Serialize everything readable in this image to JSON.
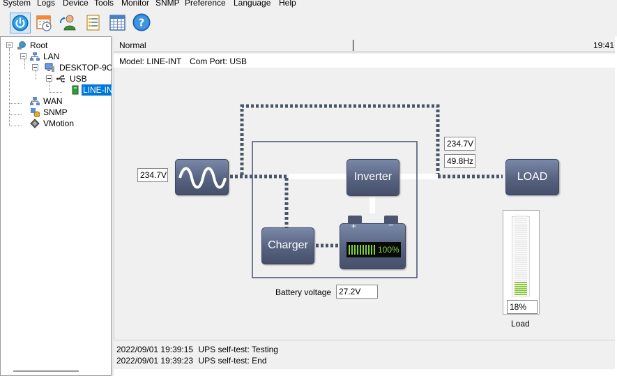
{
  "menu": [
    "System",
    "Logs",
    "Device",
    "Tools",
    "Monitor",
    "SNMP",
    "Preference",
    "Language",
    "Help"
  ],
  "toolbar": {
    "buttons": [
      "power-icon",
      "calendar-clock-icon",
      "user-refresh-icon",
      "list-document-icon",
      "table-grid-icon",
      "help-icon"
    ]
  },
  "tree": {
    "root": "Root",
    "lan": "LAN",
    "desktop": "DESKTOP-9C",
    "usb": "USB",
    "device": "LINE-IN",
    "wan": "WAN",
    "snmp": "SNMP",
    "vmotion": "VMotion"
  },
  "status": {
    "mode": "Normal",
    "time": "19:41"
  },
  "info": {
    "model": "Model: LINE-INT",
    "port": "Com Port: USB"
  },
  "diagram": {
    "input_voltage": "234.7V",
    "output_voltage": "234.7V",
    "output_frequency": "49.8Hz",
    "inverter_label": "Inverter",
    "charger_label": "Charger",
    "load_label_box": "LOAD",
    "battery_percent": "100%",
    "battery_percent_value": 100,
    "battery_plus": "+",
    "battery_minus": "−",
    "battery_voltage_label": "Battery voltage",
    "battery_voltage": "27.2V",
    "load_percent": "18%",
    "load_percent_value": 18,
    "load_caption": "Load",
    "colors": {
      "box": "#56627f",
      "battery_fill": "#7fd23a",
      "load_fill": "#8cc63f",
      "path": "#4a5568"
    }
  },
  "log": [
    {
      "time": "2022/09/01 19:39:15",
      "msg": "UPS self-test: Testing"
    },
    {
      "time": "2022/09/01 19:39:23",
      "msg": "UPS self-test: End"
    }
  ]
}
